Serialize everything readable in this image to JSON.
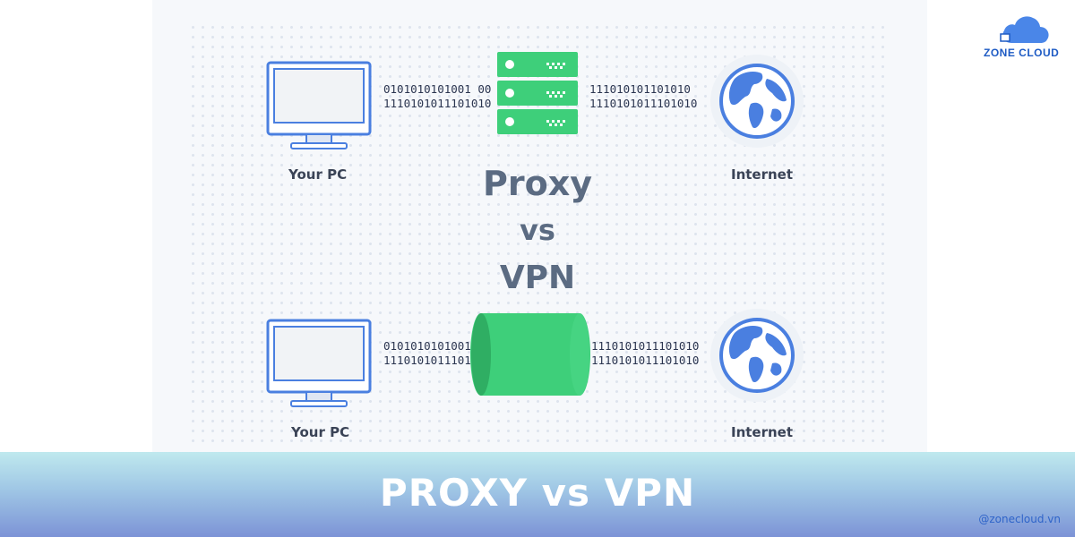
{
  "diagram": {
    "proxy_row": {
      "pc_label": "Your PC",
      "binary_left_1": "0101010101001 00",
      "binary_left_2": "1110101011101010",
      "binary_right_1": "111010101101010",
      "binary_right_2": "1110101011101010",
      "internet_label": "Internet"
    },
    "vpn_row": {
      "pc_label": "Your PC",
      "binary_left_1": "0101010101001",
      "binary_left_2": "1110101011101",
      "binary_right_1": "1110101011101010",
      "binary_right_2": "1110101011101010",
      "internet_label": "Internet"
    },
    "center_title": {
      "line1": "Proxy",
      "line2": "vs",
      "line3": "VPN"
    }
  },
  "banner": {
    "title": "PROXY vs VPN",
    "handle": "@zonecloud.vn"
  },
  "logo": {
    "text": "ZONE CLOUD"
  },
  "colors": {
    "monitor": "#4a7fe0",
    "server": "#3ecf7a",
    "tunnel": "#3ecf7a",
    "globe": "#4a7fe0",
    "banner_top": "#bfe9ee",
    "banner_bottom": "#7c93d6"
  },
  "icons": [
    "monitor-icon",
    "server-stack-icon",
    "globe-icon",
    "vpn-tunnel-icon",
    "cloud-logo-icon"
  ]
}
